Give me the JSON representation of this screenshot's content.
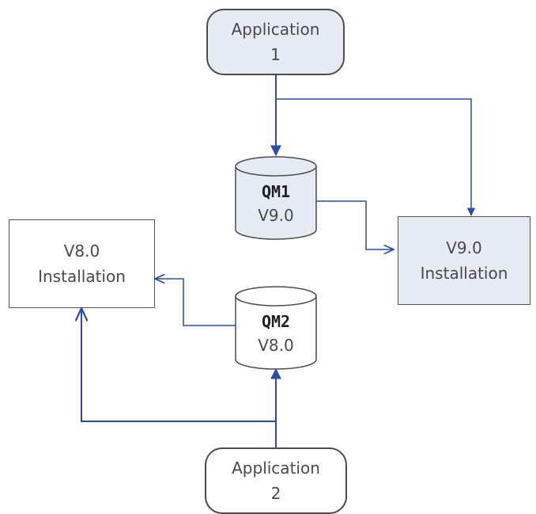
{
  "nodes": {
    "app1": {
      "line1": "Application",
      "line2": "1"
    },
    "app2": {
      "line1": "Application",
      "line2": "2"
    },
    "qm1": {
      "name": "QM1",
      "version": "V9.0"
    },
    "qm2": {
      "name": "QM2",
      "version": "V8.0"
    },
    "v8_install": {
      "line1": "V8.0",
      "line2": "Installation"
    },
    "v9_install": {
      "line1": "V9.0",
      "line2": "Installation"
    }
  },
  "colors": {
    "connector": "#2b4fa8",
    "shaded_fill": "#e4ebf4",
    "outline": "#4c4c4c"
  }
}
